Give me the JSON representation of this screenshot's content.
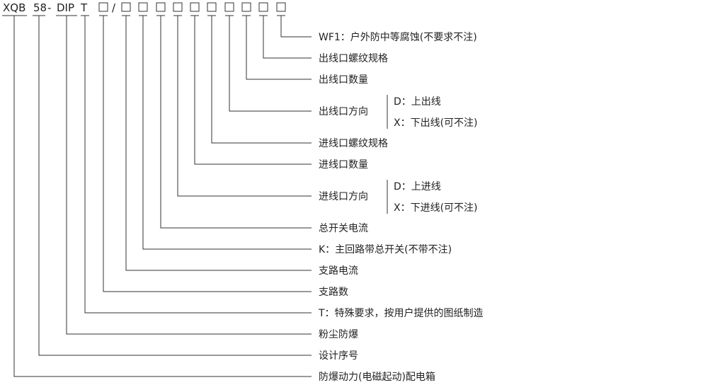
{
  "code": {
    "parts": [
      "XQB",
      "58",
      "-",
      "DIP",
      "T",
      "/"
    ]
  },
  "items": [
    {
      "label": "WF1：户外防中等腐蚀(不要求不注)"
    },
    {
      "label": "出线口螺纹规格"
    },
    {
      "label": "出线口数量"
    },
    {
      "label": "出线口方向",
      "options": [
        "D：上出线",
        "X：下出线(可不注)"
      ]
    },
    {
      "label": "进线口螺纹规格"
    },
    {
      "label": "进线口数量"
    },
    {
      "label": "进线口方向",
      "options": [
        "D：上进线",
        "X：下进线(可不注)"
      ]
    },
    {
      "label": "总开关电流"
    },
    {
      "label": "K：主回路带总开关(不带不注)"
    },
    {
      "label": "支路电流"
    },
    {
      "label": "支路数"
    },
    {
      "label": "T：特殊要求，按用户提供的图纸制造"
    },
    {
      "label": "粉尘防爆"
    },
    {
      "label": "设计序号"
    },
    {
      "label": "防爆动力(电磁起动)配电箱"
    }
  ]
}
